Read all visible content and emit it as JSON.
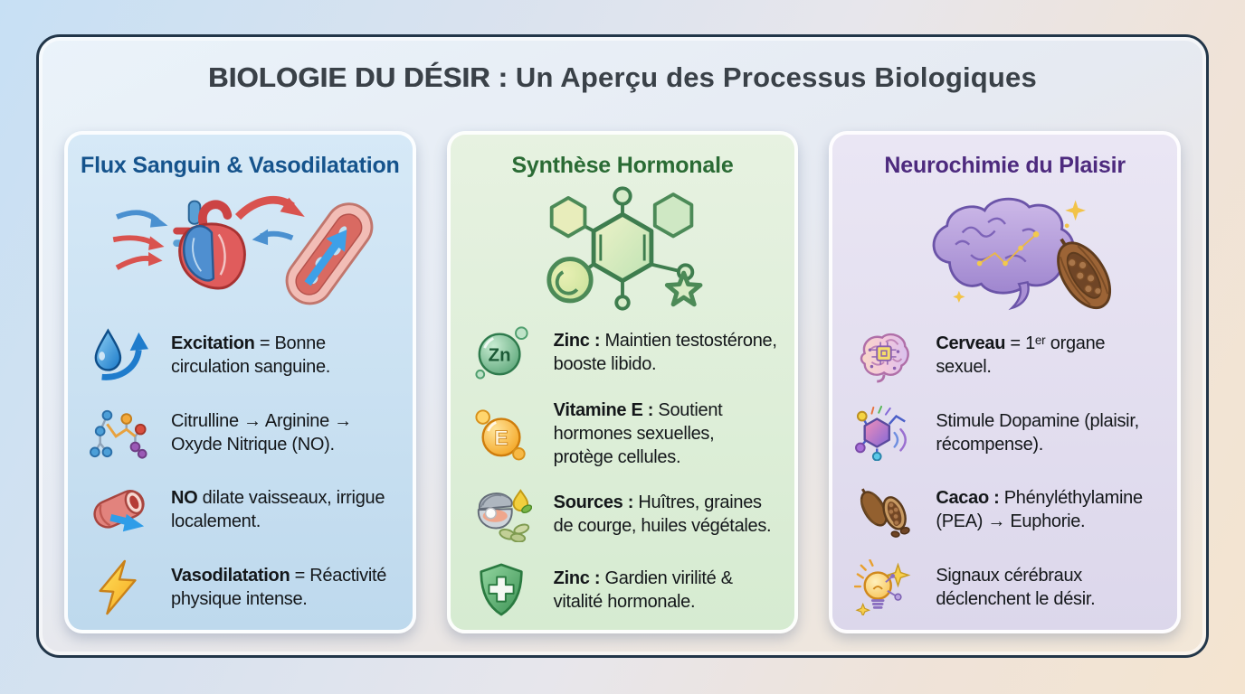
{
  "page": {
    "title_strong": "BIOLOGIE DU DÉSIR :",
    "title_rest": " Un Aperçu des Processus Biologiques",
    "background_colors": {
      "top_left": "#c7e0f4",
      "bottom_right": "#f4e4d0",
      "frame_border": "#223649"
    }
  },
  "columns": [
    {
      "header": "Flux Sanguin & Vasodilatation",
      "accent": "#15538c",
      "card_tint": "#c9dff0",
      "items": [
        {
          "icon": "droplet-up-arrow",
          "bold": "Excitation",
          "rest": " = Bonne circulation sanguine."
        },
        {
          "icon": "amino-acid-molecule",
          "bold": "",
          "rest": "Citrulline → Arginine → Oxyde Nitrique (NO)."
        },
        {
          "icon": "blood-vessel",
          "bold": "NO",
          "rest": " dilate vaisseaux, irrigue localement."
        },
        {
          "icon": "lightning-bolt",
          "bold": "Vasodilatation",
          "rest": " = Réactivité physique intense."
        }
      ]
    },
    {
      "header": "Synthèse Hormonale",
      "accent": "#2a6b34",
      "card_tint": "#dfeeda",
      "items": [
        {
          "icon": "zinc-sphere",
          "icon_label": "Zn",
          "bold": "Zinc :",
          "rest": " Maintien testostérone, booste libido."
        },
        {
          "icon": "vitamin-e-sphere",
          "icon_label": "E",
          "bold": "Vitamine E :",
          "rest": " Soutient hormones sexuelles, protège cellules."
        },
        {
          "icon": "oyster-seeds-oil",
          "bold": "Sources :",
          "rest": " Huîtres, graines de courge, huiles végétales."
        },
        {
          "icon": "shield-cross",
          "bold": "Zinc :",
          "rest": " Gardien virilité & vitalité hormonale."
        }
      ]
    },
    {
      "header": "Neurochimie du Plaisir",
      "accent": "#4d2a7e",
      "card_tint": "#e4e0ef",
      "items": [
        {
          "icon": "brain-chip",
          "bold": "Cerveau",
          "rest": " = 1ᵉʳ organe sexuel."
        },
        {
          "icon": "dopamine-molecule",
          "bold": "",
          "rest": "Stimule Dopamine (plaisir, récompense)."
        },
        {
          "icon": "cacao-pods",
          "bold": "Cacao :",
          "rest": " Phényléthylamine (PEA) → Euphorie."
        },
        {
          "icon": "lightbulb-sparkles",
          "bold": "",
          "rest": "Signaux cérébraux déclenchent le désir."
        }
      ]
    }
  ]
}
